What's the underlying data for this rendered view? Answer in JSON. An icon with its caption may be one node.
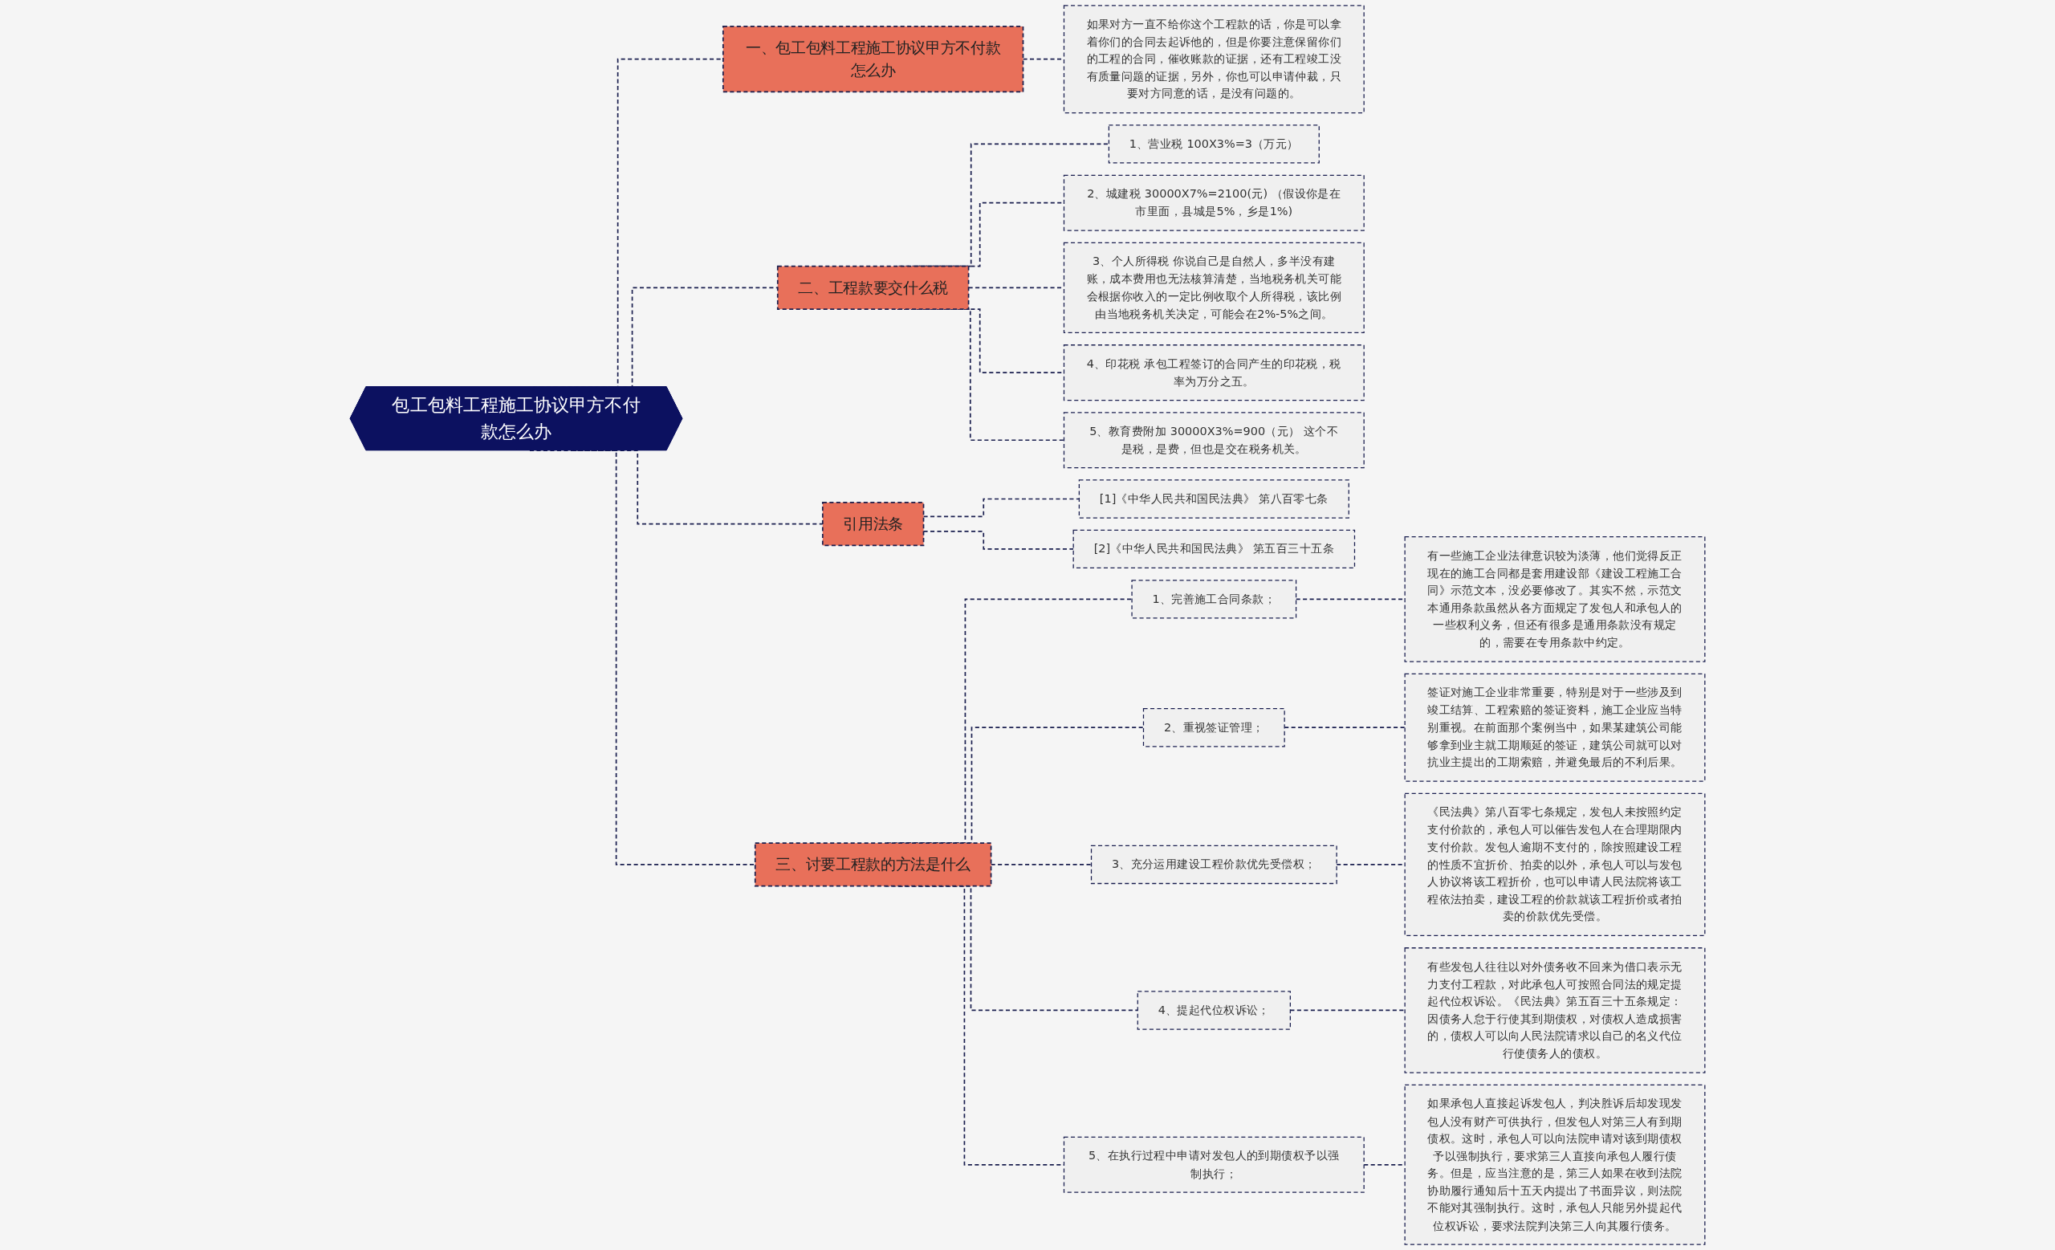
{
  "diagram": {
    "nodes": [
      {
        "text": [
          "包工包料工程施工协议甲方不付款怎么办"
        ]
      },
      {
        "text": [
          "一、包工包料工程施工协议甲方不付款怎么办"
        ]
      },
      {
        "text": [
          "如果对方一直不给你这个工程款的话，你是可以拿着你们的合同去起诉他的，但是你要注意保留你们的工程的合同，催收账款的证据，还有工程竣工没有质量问题的证据，另外，你也可以申请仲裁，只要对方同意的话，是没有问题的。"
        ]
      },
      {
        "text": [
          "二、工程款要交什么税"
        ]
      },
      {
        "text": [
          "1、营业税 100X3%=3（万元）"
        ]
      },
      {
        "text": [
          "2、城建税 30000X7%=2100(元) （假设你是在市里面，县城是5%，乡是1%)"
        ]
      },
      {
        "text": [
          "3、个人所得税 你说自己是自然人，多半没有建账，成本费用也无法核算清楚，当地税务机关可能会根据你收入的一定比例收取个人所得税，该比例由当地税务机关决定，可能会在2%-5%之间。"
        ]
      },
      {
        "text": [
          "4、印花税 承包工程签订的合同产生的印花税，税率为万分之五。"
        ]
      },
      {
        "text": [
          "5、教育费附加 30000X3%=900（元） 这个不是税，是费，但也是交在税务机关。"
        ]
      },
      {
        "text": [
          "引用法条"
        ]
      },
      {
        "text": [
          "[1]《中华人民共和国民法典》 第八百零七条"
        ]
      },
      {
        "text": [
          "[2]《中华人民共和国民法典》 第五百三十五条"
        ]
      },
      {
        "text": [
          "三、讨要工程款的方法是什么"
        ]
      },
      {
        "text": [
          "1、完善施工合同条款；"
        ]
      },
      {
        "text": [
          "有一些施工企业法律意识较为淡薄，他们觉得反正现在的施工合同都是套用建设部《建设工程施工合同》示范文本，没必要修改了。其实不然，示范文本通用条款虽然从各方面规定了发包人和承包人的一些权利义务，但还有很多是通用条款没有规定的，需要在专用条款中约定。"
        ]
      },
      {
        "text": [
          "2、重视签证管理；"
        ]
      },
      {
        "text": [
          "签证对施工企业非常重要，特别是对于一些涉及到竣工结算、工程索赔的签证资料，施工企业应当特别重视。在前面那个案例当中，如果某建筑公司能够拿到业主就工期顺延的签证，建筑公司就可以对抗业主提出的工期索赔，并避免最后的不利后果。"
        ]
      },
      {
        "text": [
          "3、充分运用建设工程价款优先受偿权；"
        ]
      },
      {
        "text": [
          "《民法典》第八百零七条规定，发包人未按照约定支付价款的，承包人可以催告发包人在合理期限内支付价款。发包人逾期不支付的，除按照建设工程的性质不宜折价、拍卖的以外，承包人可以与发包人协议将该工程折价，也可以申请人民法院将该工程依法拍卖，建设工程的价款就该工程折价或者拍卖的价款优先受偿。"
        ]
      },
      {
        "text": [
          "4、提起代位权诉讼；"
        ]
      },
      {
        "text": [
          "有些发包人往往以对外债务收不回来为借口表示无力支付工程款，对此承包人可按照合同法的规定提起代位权诉讼。《民法典》第五百三十五条规定：因债务人怠于行使其到期债权，对债权人造成损害的，债权人可以向人民法院请求以自己的名义代位行使债务人的债权。"
        ]
      },
      {
        "text": [
          "5、在执行过程中申请对发包人的到期债权予以强制执行；"
        ]
      },
      {
        "text": [
          "如果承包人直接起诉发包人，判决胜诉后却发现发包人没有财产可供执行，但发包人对第三人有到期债权。这时，承包人可以向法院申请对该到期债权予以强制执行，要求第三人直接向承包人履行债务。但是，应当注意的是，第三人如果在收到法院协助履行通知后十五天内提出了书面异议，则法院不能对其强制执行。这时，承包人只能另外提起代位权诉讼，要求法院判决第三人向其履行债务。"
        ]
      }
    ],
    "edges": [
      {
        "from": 0,
        "to": 1,
        "arrow": "none",
        "style": "dashed"
      },
      {
        "from": 1,
        "to": 2,
        "arrow": "none",
        "style": "dashed"
      },
      {
        "from": 0,
        "to": 3,
        "arrow": "none",
        "style": "dashed"
      },
      {
        "from": 3,
        "to": 4,
        "arrow": "none",
        "style": "dashed"
      },
      {
        "from": 3,
        "to": 5,
        "arrow": "none",
        "style": "dashed"
      },
      {
        "from": 3,
        "to": 6,
        "arrow": "none",
        "style": "dashed"
      },
      {
        "from": 3,
        "to": 7,
        "arrow": "none",
        "style": "dashed"
      },
      {
        "from": 3,
        "to": 8,
        "arrow": "none",
        "style": "dashed"
      },
      {
        "from": 0,
        "to": 9,
        "arrow": "none",
        "style": "dashed"
      },
      {
        "from": 9,
        "to": 10,
        "arrow": "none",
        "style": "dashed"
      },
      {
        "from": 9,
        "to": 11,
        "arrow": "none",
        "style": "dashed"
      },
      {
        "from": 0,
        "to": 12,
        "arrow": "none",
        "style": "dashed"
      },
      {
        "from": 12,
        "to": 13,
        "arrow": "none",
        "style": "dashed"
      },
      {
        "from": 13,
        "to": 14,
        "arrow": "none",
        "style": "dashed"
      },
      {
        "from": 12,
        "to": 15,
        "arrow": "none",
        "style": "dashed"
      },
      {
        "from": 15,
        "to": 16,
        "arrow": "none",
        "style": "dashed"
      },
      {
        "from": 12,
        "to": 17,
        "arrow": "none",
        "style": "dashed"
      },
      {
        "from": 17,
        "to": 18,
        "arrow": "none",
        "style": "dashed"
      },
      {
        "from": 12,
        "to": 19,
        "arrow": "none",
        "style": "dashed"
      },
      {
        "from": 19,
        "to": 20,
        "arrow": "none",
        "style": "dashed"
      },
      {
        "from": 12,
        "to": 21,
        "arrow": "none",
        "style": "dashed"
      },
      {
        "from": 21,
        "to": 22,
        "arrow": "none",
        "style": "dashed"
      }
    ]
  }
}
